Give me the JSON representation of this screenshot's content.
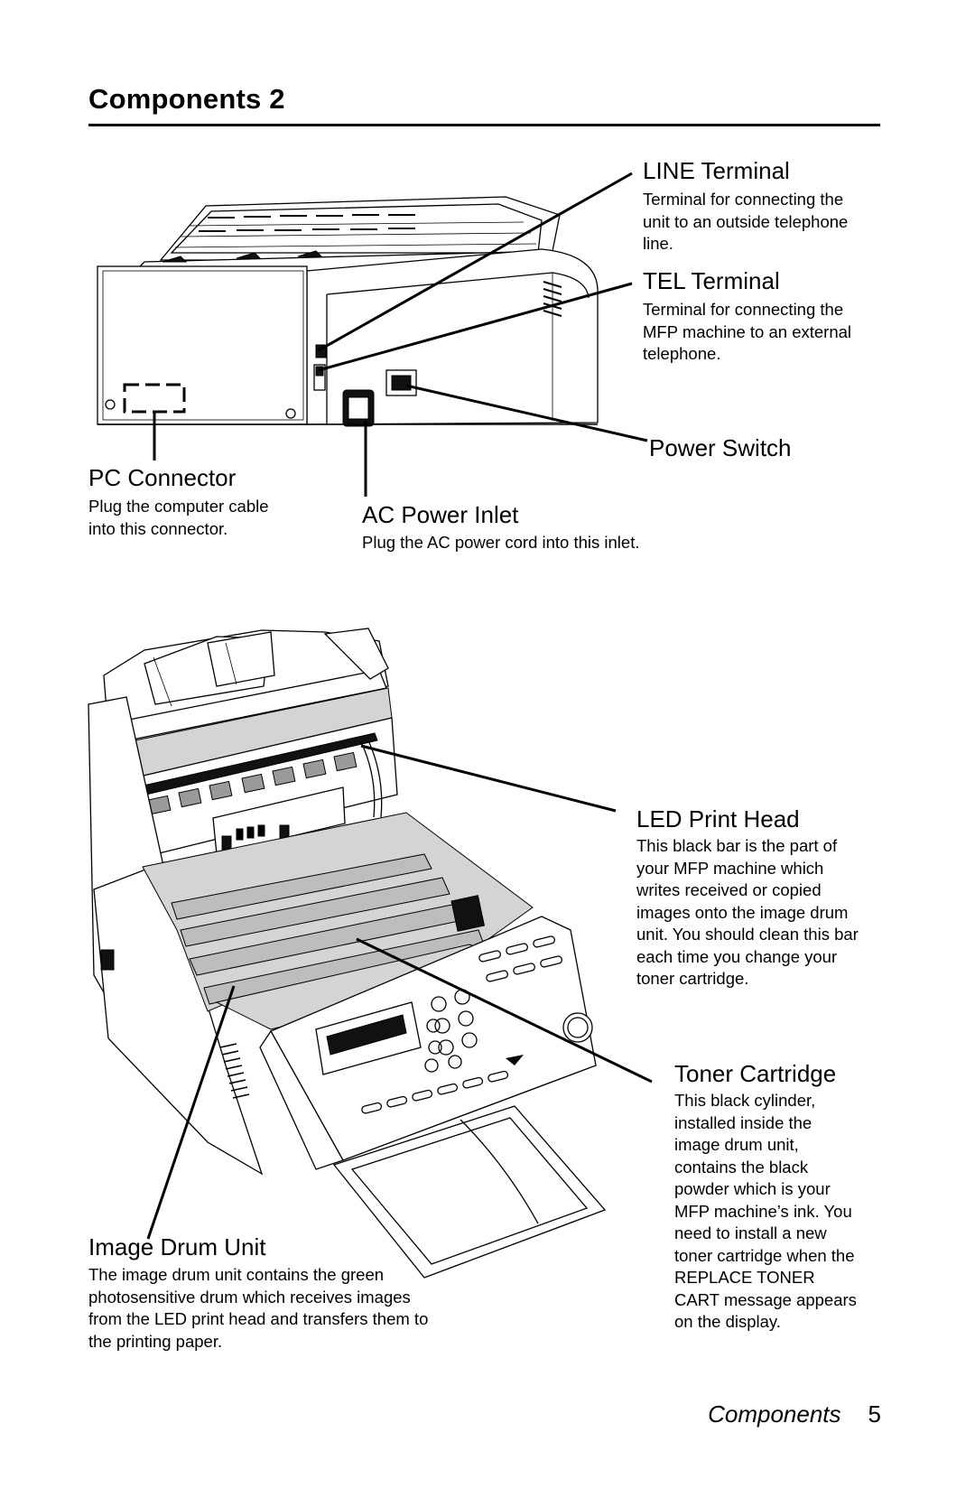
{
  "page": {
    "title": "Components 2",
    "footer_section": "Components",
    "footer_page": "5"
  },
  "rear_view": {
    "line_terminal": {
      "label": "LINE Terminal",
      "desc": [
        "Terminal for connecting the",
        "unit to an outside telephone",
        "line."
      ]
    },
    "tel_terminal": {
      "label": "TEL Terminal",
      "desc": [
        "Terminal for connecting the",
        "MFP machine to an external",
        "telephone."
      ]
    },
    "power_switch": {
      "label": "Power Switch"
    },
    "pc_connector": {
      "label": "PC Connector",
      "desc": [
        "Plug the computer cable",
        "into this connector."
      ]
    },
    "ac_power_inlet": {
      "label": "AC Power Inlet",
      "desc": [
        "Plug the AC power cord  into this inlet."
      ]
    }
  },
  "open_view": {
    "led_print_head": {
      "label": "LED Print Head",
      "desc": [
        "This black bar is the part of",
        "your MFP machine which",
        "writes received or copied",
        "images onto the image drum",
        "unit. You should clean this bar",
        "each time you change your",
        "toner cartridge."
      ]
    },
    "toner_cartridge": {
      "label": "Toner Cartridge",
      "desc": [
        "This black cylinder,",
        "installed inside the",
        "image drum unit,",
        "contains the black",
        "powder which is your",
        "MFP machine’s ink. You",
        "need to install a new",
        "toner cartridge when the",
        "REPLACE TONER",
        "CART message appears",
        "on the display."
      ]
    },
    "image_drum_unit": {
      "label": "Image Drum Unit",
      "desc": [
        "The image drum unit contains the green",
        "photosensitive drum which receives images",
        "from the LED print head and transfers them to",
        "the printing paper."
      ]
    }
  }
}
